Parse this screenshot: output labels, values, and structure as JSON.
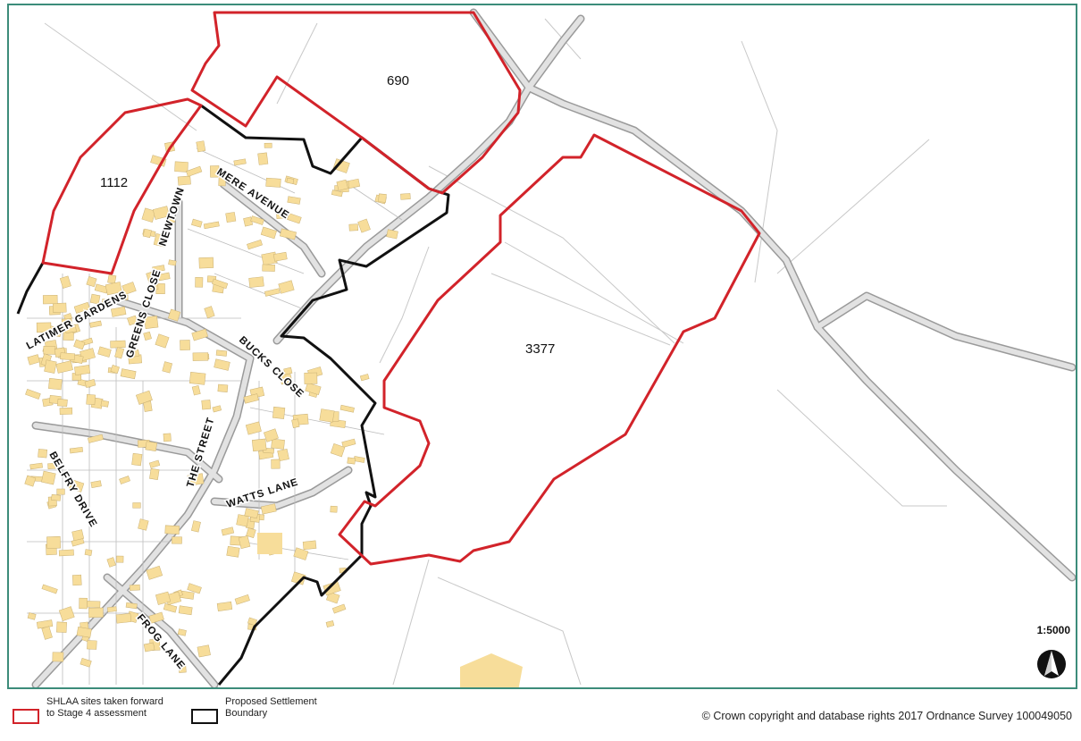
{
  "map": {
    "scale": "1:5000",
    "colors": {
      "shlaa_boundary": "#d2232a",
      "settlement_boundary": "#111111",
      "building": "#f7dd9a",
      "road_fill": "#dcdcdc",
      "road_edge": "#9a9a9a",
      "frame": "#3c8c7a"
    },
    "sites": [
      {
        "id": "1112",
        "label": "1112"
      },
      {
        "id": "690",
        "label": "690"
      },
      {
        "id": "3377",
        "label": "3377"
      }
    ],
    "streets": [
      {
        "id": "mere-avenue",
        "label": "MERE AVENUE"
      },
      {
        "id": "newtown",
        "label": "NEWTOWN"
      },
      {
        "id": "greens-close",
        "label": "GREENS CLOSE"
      },
      {
        "id": "latimer-gardens",
        "label": "LATIMER GARDENS"
      },
      {
        "id": "bucks-close",
        "label": "BUCKS CLOSE"
      },
      {
        "id": "the-street",
        "label": "THE STREET"
      },
      {
        "id": "watts-lane",
        "label": "WATTS LANE"
      },
      {
        "id": "belfry-drive",
        "label": "BELFRY DRIVE"
      },
      {
        "id": "frog-lane",
        "label": "FROG LANE"
      }
    ],
    "north_icon": "north-arrow-icon"
  },
  "legend": {
    "shlaa_label": "SHLAA sites taken forward to Stage 4 assessment",
    "settlement_label": "Proposed Settlement Boundary",
    "copyright": "© Crown copyright and database rights 2017 Ordnance Survey 100049050"
  }
}
